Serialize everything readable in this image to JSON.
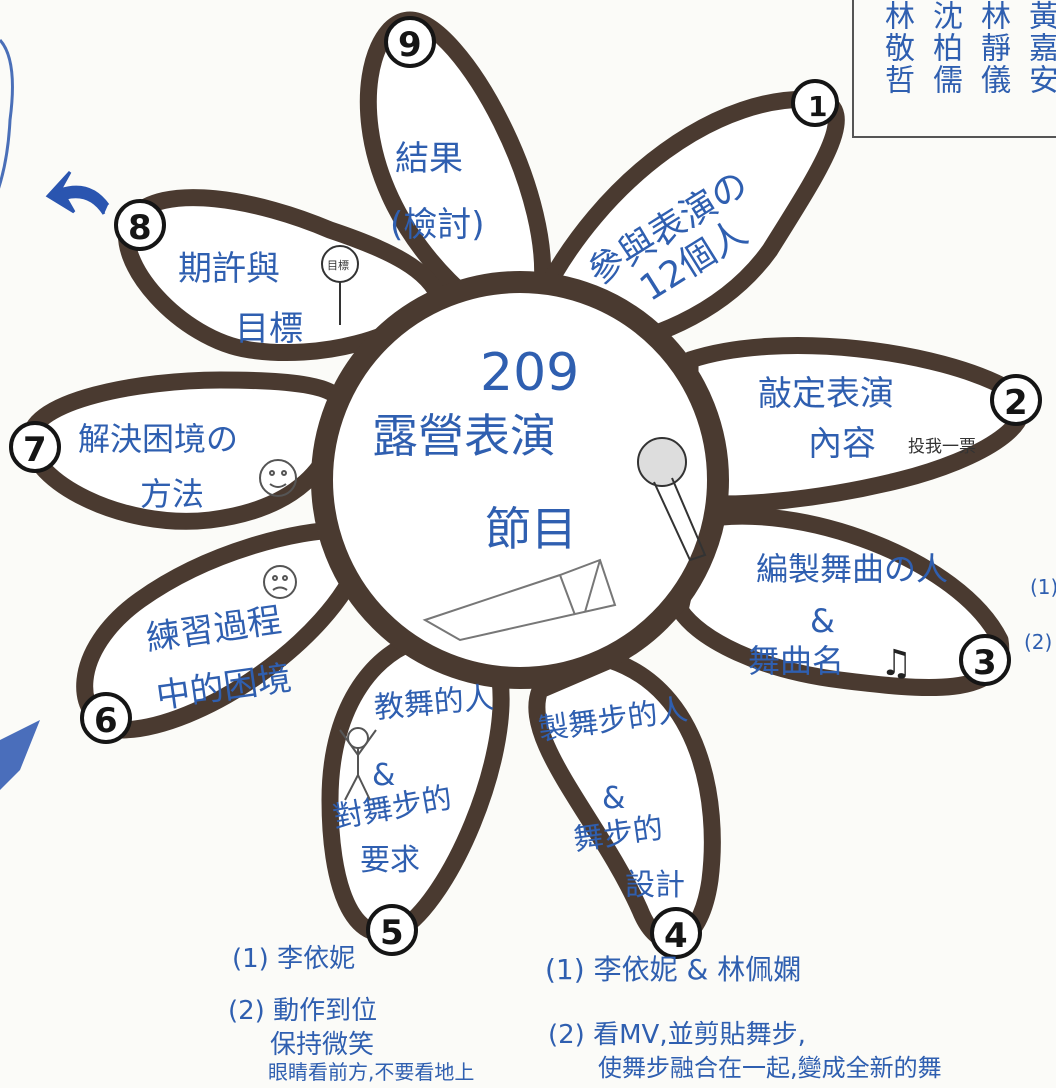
{
  "center": {
    "class_label": "209",
    "title_line1": "露營表演",
    "title_line2": "節目"
  },
  "petals": [
    {
      "number": "1",
      "lines": [
        "參與表演の",
        "12個人"
      ]
    },
    {
      "number": "2",
      "lines": [
        "敲定表演",
        "內容"
      ]
    },
    {
      "number": "3",
      "lines": [
        "編製舞曲の人",
        "&",
        "舞曲名"
      ]
    },
    {
      "number": "4",
      "lines": [
        "製舞步的人",
        "&",
        "舞步的",
        "設計"
      ]
    },
    {
      "number": "5",
      "lines": [
        "教舞的人",
        "&",
        "對舞步的",
        "要求"
      ]
    },
    {
      "number": "6",
      "lines": [
        "練習過程",
        "中的困境"
      ]
    },
    {
      "number": "7",
      "lines": [
        "解決困境の",
        "方法"
      ]
    },
    {
      "number": "8",
      "lines": [
        "期許與",
        "目標"
      ]
    },
    {
      "number": "9",
      "lines": [
        "結果",
        "(檢討)"
      ]
    }
  ],
  "doodles": {
    "target_sign": "目標",
    "vote_sign": "投我一票"
  },
  "notes": {
    "petal5": [
      "(1) 李依妮",
      "(2) 動作到位",
      "保持微笑",
      "眼睛看前方,不要看地上"
    ],
    "petal4": [
      "(1) 李依妮 & 林佩嫻",
      "(2) 看MV,並剪貼舞步,",
      "使舞步融合在一起,變成全新的舞"
    ],
    "right_margin": [
      "(1)",
      "(2)"
    ]
  },
  "member_names": [
    "林敬哲",
    "沈柏儒",
    "林靜儀",
    "黃嘉安"
  ],
  "colors": {
    "outline": "#4a3a30",
    "ink_blue": "#2f5fb0",
    "paper": "#fbfbf8"
  }
}
